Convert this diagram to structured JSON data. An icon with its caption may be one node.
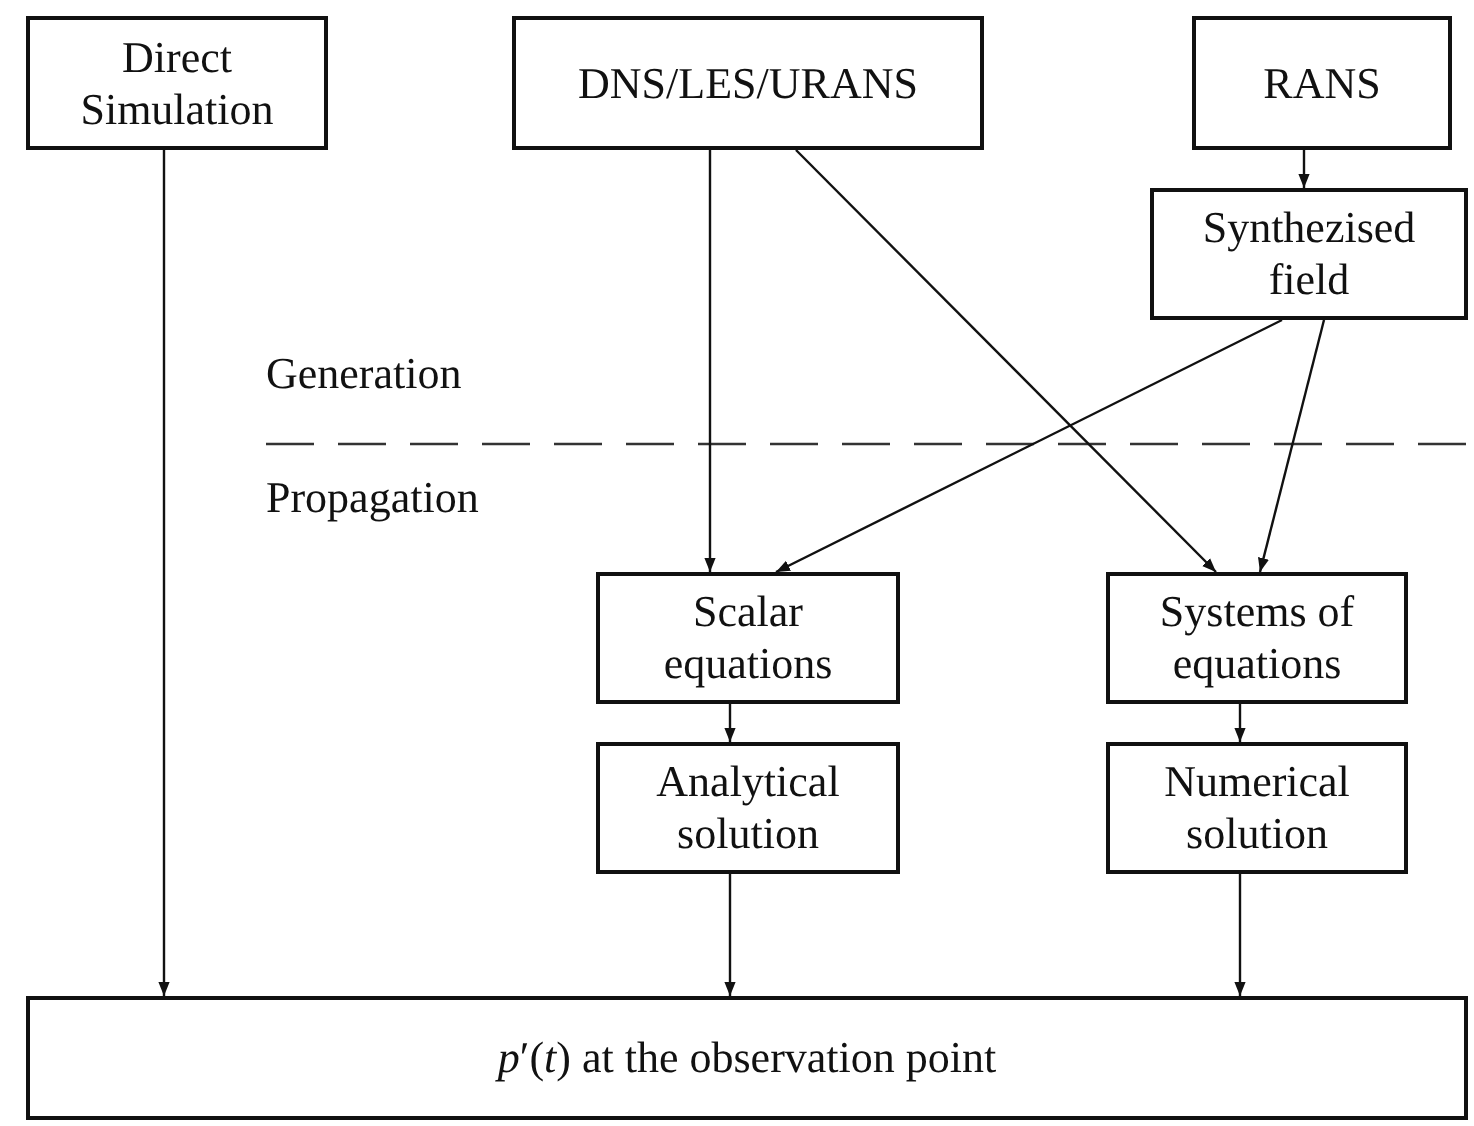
{
  "diagram": {
    "nodes": [
      {
        "text": [
          "Direct Simulation"
        ]
      },
      {
        "text": [
          "DNS/LES/URANS"
        ]
      },
      {
        "text": [
          "RANS"
        ]
      },
      {
        "text": [
          "Synthezised field"
        ]
      },
      {
        "text": [
          "Scalar equations"
        ]
      },
      {
        "text": [
          "Systems of equations"
        ]
      },
      {
        "text": [
          "Analytical solution"
        ]
      },
      {
        "text": [
          "Numerical solution"
        ]
      },
      {
        "text": [
          "*p*′(*t*) at the observation point"
        ]
      }
    ],
    "edges": [
      {
        "from": 0,
        "to": 8,
        "arrow": "to"
      },
      {
        "from": 1,
        "to": 4,
        "arrow": "to"
      },
      {
        "from": 1,
        "to": 5,
        "arrow": "to"
      },
      {
        "from": 2,
        "to": 3,
        "arrow": "to"
      },
      {
        "from": 3,
        "to": 4,
        "arrow": "to"
      },
      {
        "from": 3,
        "to": 5,
        "arrow": "to"
      },
      {
        "from": 4,
        "to": 6,
        "arrow": "to"
      },
      {
        "from": 5,
        "to": 7,
        "arrow": "to"
      },
      {
        "from": 6,
        "to": 8,
        "arrow": "to"
      },
      {
        "from": 7,
        "to": 8,
        "arrow": "to"
      }
    ],
    "labels": [
      "Generation",
      "Propagation"
    ]
  }
}
